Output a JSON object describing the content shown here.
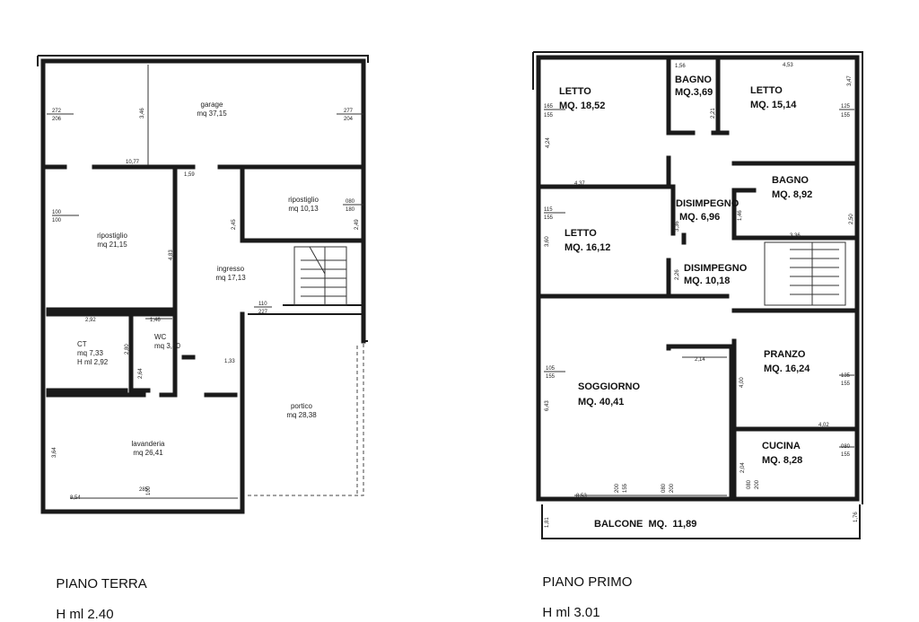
{
  "ground_floor": {
    "caption_name": "PIANO TERRA",
    "caption_height": "H ml 2.40",
    "rooms": [
      {
        "id": "garage",
        "lines": [
          "garage",
          "mq 37,15"
        ]
      },
      {
        "id": "ripostiglio-left",
        "lines": [
          "ripostiglio",
          "mq 21,15"
        ]
      },
      {
        "id": "ripostiglio-right",
        "lines": [
          "ripostiglio",
          "mq 10,13"
        ]
      },
      {
        "id": "ingresso",
        "lines": [
          "ingresso",
          "mq 17,13"
        ]
      },
      {
        "id": "ct",
        "lines": [
          "CT",
          "mq 7,33",
          "H ml 2,92"
        ]
      },
      {
        "id": "wc",
        "lines": [
          "WC",
          "mq 3,80"
        ]
      },
      {
        "id": "portico",
        "lines": [
          "portico",
          "mq 28,38"
        ]
      },
      {
        "id": "lavanderia",
        "lines": [
          "lavanderia",
          "mq 26,41"
        ]
      }
    ],
    "dimensions": [
      "272",
      "206",
      "3,46",
      "277",
      "204",
      "10,77",
      "1,59",
      "100",
      "100",
      "4,83",
      "2,45",
      "080",
      "180",
      "2,49",
      "110",
      "227",
      "2,92",
      "1,46",
      "2,80",
      "2,64",
      "1,33",
      "3,64",
      "8,54",
      "285",
      "100"
    ]
  },
  "first_floor": {
    "caption_name": "PIANO PRIMO",
    "caption_height": "H ml 3.01",
    "rooms": [
      {
        "id": "letto-1",
        "lines": [
          "LETTO",
          "MQ. 18,52"
        ]
      },
      {
        "id": "bagno-1",
        "lines": [
          "BAGNO",
          "MQ.3,69"
        ]
      },
      {
        "id": "letto-2",
        "lines": [
          "LETTO",
          "MQ. 15,14"
        ]
      },
      {
        "id": "bagno-2",
        "lines": [
          "BAGNO",
          "MQ. 8,92"
        ]
      },
      {
        "id": "disimpegno-1",
        "lines": [
          "DISIMPEGNO",
          "MQ. 6,96"
        ]
      },
      {
        "id": "letto-3",
        "lines": [
          "LETTO",
          "MQ. 16,12"
        ]
      },
      {
        "id": "disimpegno-2",
        "lines": [
          "DISIMPEGNO",
          "MQ. 10,18"
        ]
      },
      {
        "id": "soggiorno",
        "lines": [
          "SOGGIORNO",
          "MQ. 40,41"
        ]
      },
      {
        "id": "pranzo",
        "lines": [
          "PRANZO",
          "MQ. 16,24"
        ]
      },
      {
        "id": "cucina",
        "lines": [
          "CUCINA",
          "MQ. 8,28"
        ]
      },
      {
        "id": "balcone",
        "lines": [
          "BALCONE  MQ.  11,89"
        ]
      }
    ],
    "dimensions": [
      "1,56",
      "4,53",
      "165",
      "155",
      "4,24",
      "2,21",
      "3,47",
      "125",
      "155",
      "4,37",
      "115",
      "155",
      "3,60",
      "3,36",
      "1,46",
      "2,50",
      "3,36",
      "2,26",
      "105",
      "155",
      "6,43",
      "2,14",
      "4,00",
      "135",
      "155",
      "4,02",
      "080",
      "155",
      "8,53",
      "200",
      "155",
      "080",
      "200",
      "2,04",
      "080",
      "200",
      "1,81",
      "1,76"
    ]
  }
}
